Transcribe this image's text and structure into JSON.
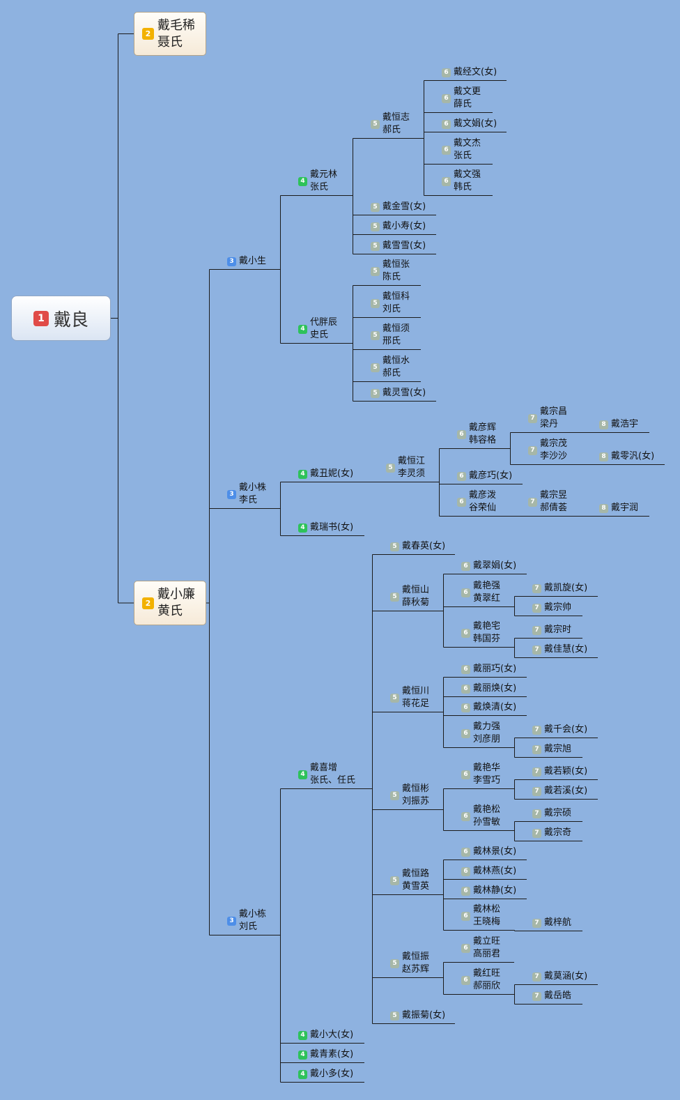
{
  "colors": {
    "background": "#8eb2e0",
    "line": "#1a1a1a",
    "level_badges": {
      "1": "#e04b48",
      "2": "#f2b100",
      "3": "#4d8ee8",
      "4": "#2ec25a",
      "5": "#a6b7a8",
      "6": "#a6b7a8",
      "7": "#a6b7a8",
      "8": "#a6b7a8"
    }
  },
  "tree": {
    "level": "1",
    "lines": [
      "戴良"
    ],
    "children": [
      {
        "level": "2",
        "lines": [
          "戴毛稀",
          "聂氏"
        ]
      },
      {
        "level": "2",
        "lines": [
          "戴小廉",
          "黄氏"
        ],
        "children": [
          {
            "level": "3",
            "lines": [
              "戴小生"
            ],
            "children": [
              {
                "level": "4",
                "lines": [
                  "戴元林",
                  "张氏"
                ],
                "children": [
                  {
                    "level": "5",
                    "lines": [
                      "戴恒志",
                      "郝氏"
                    ],
                    "children": [
                      {
                        "level": "6",
                        "lines": [
                          "戴经文(女)"
                        ]
                      },
                      {
                        "level": "6",
                        "lines": [
                          "戴文更",
                          "薛氏"
                        ]
                      },
                      {
                        "level": "6",
                        "lines": [
                          "戴文娟(女)"
                        ]
                      },
                      {
                        "level": "6",
                        "lines": [
                          "戴文杰",
                          "张氏"
                        ]
                      },
                      {
                        "level": "6",
                        "lines": [
                          "戴文强",
                          "韩氏"
                        ]
                      }
                    ]
                  },
                  {
                    "level": "5",
                    "lines": [
                      "戴金雪(女)"
                    ]
                  },
                  {
                    "level": "5",
                    "lines": [
                      "戴小寿(女)"
                    ]
                  },
                  {
                    "level": "5",
                    "lines": [
                      "戴雪雪(女)"
                    ]
                  }
                ]
              },
              {
                "level": "4",
                "lines": [
                  "代胖辰",
                  "史氏"
                ],
                "children": [
                  {
                    "level": "5",
                    "lines": [
                      "戴恒张",
                      "陈氏"
                    ]
                  },
                  {
                    "level": "5",
                    "lines": [
                      "戴恒科",
                      "刘氏"
                    ]
                  },
                  {
                    "level": "5",
                    "lines": [
                      "戴恒须",
                      "邢氏"
                    ]
                  },
                  {
                    "level": "5",
                    "lines": [
                      "戴恒水",
                      "郝氏"
                    ]
                  },
                  {
                    "level": "5",
                    "lines": [
                      "戴灵雪(女)"
                    ]
                  }
                ]
              }
            ]
          },
          {
            "level": "3",
            "lines": [
              "戴小株",
              "李氏"
            ],
            "children": [
              {
                "level": "4",
                "lines": [
                  "戴丑妮(女)"
                ],
                "children": [
                  {
                    "level": "5",
                    "lines": [
                      "戴恒江",
                      "李灵须"
                    ],
                    "children": [
                      {
                        "level": "6",
                        "lines": [
                          "戴彦辉",
                          "韩容格"
                        ],
                        "children": [
                          {
                            "level": "7",
                            "lines": [
                              "戴宗昌",
                              "梁丹"
                            ],
                            "children": [
                              {
                                "level": "8",
                                "lines": [
                                  "戴浩宇"
                                ]
                              }
                            ]
                          },
                          {
                            "level": "7",
                            "lines": [
                              "戴宗茂",
                              "李沙沙"
                            ],
                            "children": [
                              {
                                "level": "8",
                                "lines": [
                                  "戴零汎(女)"
                                ]
                              }
                            ]
                          }
                        ]
                      },
                      {
                        "level": "6",
                        "lines": [
                          "戴彦巧(女)"
                        ]
                      },
                      {
                        "level": "6",
                        "lines": [
                          "戴彦泼",
                          "谷荣仙"
                        ],
                        "children": [
                          {
                            "level": "7",
                            "lines": [
                              "戴宗昱",
                              "郝倩荟"
                            ],
                            "children": [
                              {
                                "level": "8",
                                "lines": [
                                  "戴宇润"
                                ]
                              }
                            ]
                          }
                        ]
                      }
                    ]
                  }
                ]
              },
              {
                "level": "4",
                "lines": [
                  "戴瑞书(女)"
                ]
              }
            ]
          },
          {
            "level": "3",
            "lines": [
              "戴小栋",
              "刘氏"
            ],
            "children": [
              {
                "level": "4",
                "lines": [
                  "戴喜增",
                  "张氏、任氏"
                ],
                "children": [
                  {
                    "level": "5",
                    "lines": [
                      "戴春英(女)"
                    ]
                  },
                  {
                    "level": "5",
                    "lines": [
                      "戴恒山",
                      "薛秋菊"
                    ],
                    "children": [
                      {
                        "level": "6",
                        "lines": [
                          "戴翠娟(女)"
                        ]
                      },
                      {
                        "level": "6",
                        "lines": [
                          "戴艳强",
                          "黄翠红"
                        ],
                        "children": [
                          {
                            "level": "7",
                            "lines": [
                              "戴凯旋(女)"
                            ]
                          },
                          {
                            "level": "7",
                            "lines": [
                              "戴宗帅"
                            ]
                          }
                        ]
                      },
                      {
                        "level": "6",
                        "lines": [
                          "戴艳宅",
                          "韩国芬"
                        ],
                        "children": [
                          {
                            "level": "7",
                            "lines": [
                              "戴宗时"
                            ]
                          },
                          {
                            "level": "7",
                            "lines": [
                              "戴佳慧(女)"
                            ]
                          }
                        ]
                      }
                    ]
                  },
                  {
                    "level": "5",
                    "lines": [
                      "戴恒川",
                      "蒋花足"
                    ],
                    "children": [
                      {
                        "level": "6",
                        "lines": [
                          "戴丽巧(女)"
                        ]
                      },
                      {
                        "level": "6",
                        "lines": [
                          "戴丽焕(女)"
                        ]
                      },
                      {
                        "level": "6",
                        "lines": [
                          "戴焕清(女)"
                        ]
                      },
                      {
                        "level": "6",
                        "lines": [
                          "戴力强",
                          "刘彦朋"
                        ],
                        "children": [
                          {
                            "level": "7",
                            "lines": [
                              "戴千会(女)"
                            ]
                          },
                          {
                            "level": "7",
                            "lines": [
                              "戴宗旭"
                            ]
                          }
                        ]
                      }
                    ]
                  },
                  {
                    "level": "5",
                    "lines": [
                      "戴恒彬",
                      "刘振苏"
                    ],
                    "children": [
                      {
                        "level": "6",
                        "lines": [
                          "戴艳华",
                          "李雪巧"
                        ],
                        "children": [
                          {
                            "level": "7",
                            "lines": [
                              "戴若颖(女)"
                            ]
                          },
                          {
                            "level": "7",
                            "lines": [
                              "戴若溪(女)"
                            ]
                          }
                        ]
                      },
                      {
                        "level": "6",
                        "lines": [
                          "戴艳松",
                          "孙雪敏"
                        ],
                        "children": [
                          {
                            "level": "7",
                            "lines": [
                              "戴宗硕"
                            ]
                          },
                          {
                            "level": "7",
                            "lines": [
                              "戴宗奇"
                            ]
                          }
                        ]
                      }
                    ]
                  },
                  {
                    "level": "5",
                    "lines": [
                      "戴恒路",
                      "黄雪英"
                    ],
                    "children": [
                      {
                        "level": "6",
                        "lines": [
                          "戴林景(女)"
                        ]
                      },
                      {
                        "level": "6",
                        "lines": [
                          "戴林燕(女)"
                        ]
                      },
                      {
                        "level": "6",
                        "lines": [
                          "戴林静(女)"
                        ]
                      },
                      {
                        "level": "6",
                        "lines": [
                          "戴林松",
                          "王晓梅"
                        ],
                        "children": [
                          {
                            "level": "7",
                            "lines": [
                              "戴梓航"
                            ]
                          }
                        ]
                      }
                    ]
                  },
                  {
                    "level": "5",
                    "lines": [
                      "戴恒振",
                      "赵苏辉"
                    ],
                    "children": [
                      {
                        "level": "6",
                        "lines": [
                          "戴立旺",
                          "高丽君"
                        ]
                      },
                      {
                        "level": "6",
                        "lines": [
                          "戴红旺",
                          "郝丽欣"
                        ],
                        "children": [
                          {
                            "level": "7",
                            "lines": [
                              "戴莫涵(女)"
                            ]
                          },
                          {
                            "level": "7",
                            "lines": [
                              "戴岳皓"
                            ]
                          }
                        ]
                      }
                    ]
                  },
                  {
                    "level": "5",
                    "lines": [
                      "戴振菊(女)"
                    ]
                  }
                ]
              },
              {
                "level": "4",
                "lines": [
                  "戴小大(女)"
                ]
              },
              {
                "level": "4",
                "lines": [
                  "戴青素(女)"
                ]
              },
              {
                "level": "4",
                "lines": [
                  "戴小多(女)"
                ]
              }
            ]
          }
        ]
      }
    ]
  }
}
